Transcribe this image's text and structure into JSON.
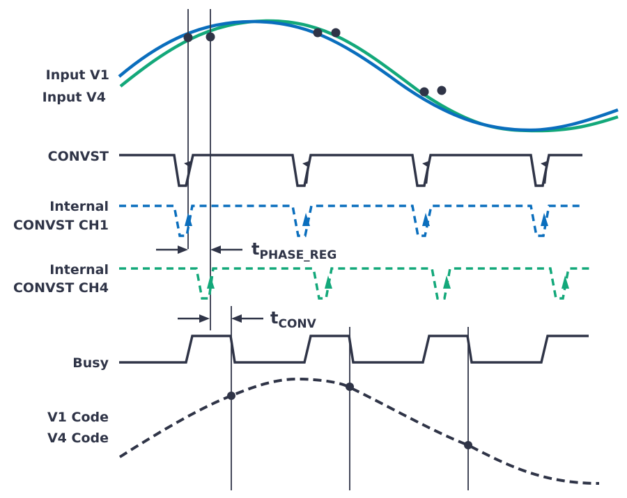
{
  "title": "Simultaneous sampling with per-channel phase delay timing diagram",
  "colors": {
    "ink": "#2f3447",
    "ch1": "#0a6ebd",
    "ch4": "#13a87a",
    "background": "#ffffff"
  },
  "labels": {
    "input_v1": "Input V1",
    "input_v4": "Input V4",
    "convst": "CONVST",
    "internal_ch1_line1": "Internal",
    "internal_ch1_line2": "CONVST CH1",
    "internal_ch4_line1": "Internal",
    "internal_ch4_line2": "CONVST CH4",
    "busy": "Busy",
    "v1_code": "V1 Code",
    "v4_code": "V4 Code"
  },
  "annotations": {
    "t_phase_reg": {
      "main": "t",
      "sub": "PHASE_REG"
    },
    "t_conv": {
      "main": "t",
      "sub": "CONV"
    }
  },
  "signals": {
    "input_waveforms": [
      {
        "name": "Input V1",
        "style": "solid",
        "color_key": "ch1",
        "phase_lead": true
      },
      {
        "name": "Input V4",
        "style": "solid",
        "color_key": "ch4",
        "phase_lead": false
      }
    ],
    "convst": {
      "style": "solid",
      "pulse_count": 4,
      "active": "low",
      "edge_marker": "rising-arrow"
    },
    "internal_convst_ch1": {
      "style": "dashed",
      "pulse_count": 4,
      "delay": "none"
    },
    "internal_convst_ch4": {
      "style": "dashed",
      "pulse_count": 4,
      "delay": "t_PHASE_REG"
    },
    "busy": {
      "style": "solid",
      "pulse_count": 4,
      "active": "high"
    },
    "output_code": {
      "style": "dashed",
      "sample_points": 3
    }
  },
  "sample_points": {
    "input_pairs": 3,
    "output_points": 3
  }
}
